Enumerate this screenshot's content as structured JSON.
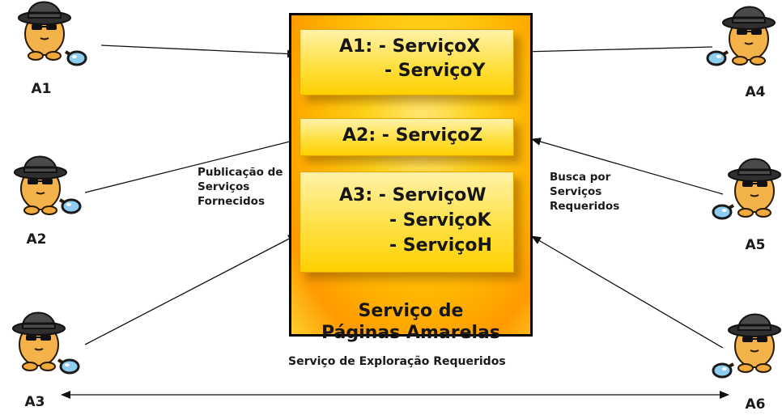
{
  "agents": {
    "a1": "A1",
    "a2": "A2",
    "a3": "A3",
    "a4": "A4",
    "a5": "A5",
    "a6": "A6"
  },
  "registry": {
    "title_line1": "Serviço de",
    "title_line2": "Páginas Amarelas",
    "entries": [
      {
        "lines": [
          "A1: - ServiçoX",
          "- ServiçoY"
        ]
      },
      {
        "lines": [
          "A2: - ServiçoZ"
        ]
      },
      {
        "lines": [
          "A3: - ServiçoW",
          "- ServiçoK",
          "- ServiçoH"
        ]
      }
    ]
  },
  "notes": {
    "publish": [
      "Publicação de",
      "Serviços",
      "Fornecidos"
    ],
    "search": [
      "Busca por",
      "Serviços",
      "Requeridos"
    ],
    "footer": "Serviço de Exploração Requeridos"
  },
  "colors": {
    "box_fill": "#ffc800",
    "box_border": "#000000",
    "hat": "#3a3a3a",
    "body": "#f3b24a",
    "lens": "#8ecdf0"
  },
  "icons": [
    "spy-agent-icon",
    "magnifier-icon"
  ]
}
